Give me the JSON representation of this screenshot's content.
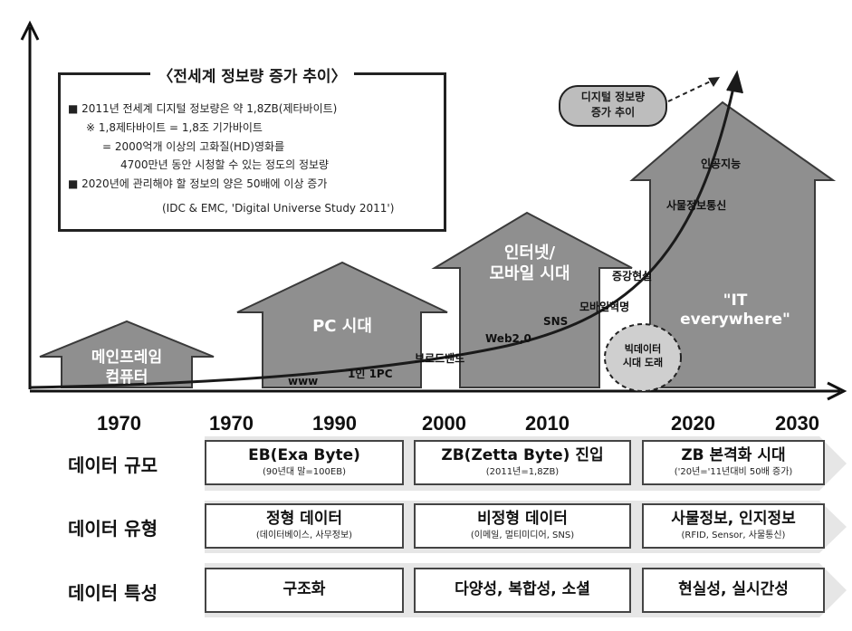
{
  "info_box": {
    "title": "〈전세계 정보량 증가 추이〉",
    "line1": "■ 2011년 전세계 디지털 정보량은 약 1,8ZB(제타바이트)",
    "line2": "※ 1,8제타바이트 = 1,8조 기가바이트",
    "line3": "= 2000억개 이상의 고화질(HD)영화를",
    "line4": "4700만년 동안 시청할 수 있는 정도의 정보량",
    "line5": "■ 2020년에 관리해야 할 정보의 양은 50배에 이상 증가",
    "source": "(IDC & EMC, 'Digital Universe Study 2011')"
  },
  "houses": {
    "mainframe": "메인프레임\n컴퓨터",
    "pc": "PC 시대",
    "internet": "인터넷/\n모바일 시대",
    "it_everywhere": "\"IT\neverywhere\""
  },
  "curve_callout": "디지털 정보량\n증가 추이",
  "timeline_labels": {
    "www": "www",
    "one_pc": "1인 1PC",
    "broadband": "브로드밴드",
    "web2": "Web2,0",
    "sns": "SNS",
    "mobile_revolution": "모바일혁명",
    "ar": "증강현실",
    "iot": "사물정보통신",
    "ai": "인공지능",
    "bigdata": "빅데이터\n시대 도래"
  },
  "years": [
    "1970",
    "1970",
    "1990",
    "2000",
    "2010",
    "2020",
    "2030"
  ],
  "rows": [
    {
      "label": "데이터 규모",
      "cells": [
        {
          "main": "EB(Exa Byte)",
          "sub": "(90년대 말=100EB)"
        },
        {
          "main": "ZB(Zetta Byte) 진입",
          "sub": "(2011년=1,8ZB)"
        },
        {
          "main": "ZB 본격화 시대",
          "sub": "('20년='11년대비 50배 증가)"
        }
      ]
    },
    {
      "label": "데이터 유형",
      "cells": [
        {
          "main": "정형 데이터",
          "sub": "(데이터베이스, 사무정보)"
        },
        {
          "main": "비정형 데이터",
          "sub": "(이메일, 멀티미디어, SNS)"
        },
        {
          "main": "사물정보, 인지정보",
          "sub": "(RFID, Sensor, 사물통신)"
        }
      ]
    },
    {
      "label": "데이터 특성",
      "cells": [
        {
          "main": "구조화",
          "sub": ""
        },
        {
          "main": "다양성, 복합성, 소셜",
          "sub": ""
        },
        {
          "main": "현실성, 실시간성",
          "sub": ""
        }
      ]
    }
  ],
  "colors": {
    "house_fill": "#8f8f8f",
    "house_edge": "#3a3a3a",
    "curve": "#1a1a1a",
    "arrow_fill": "#d9d9d9"
  }
}
